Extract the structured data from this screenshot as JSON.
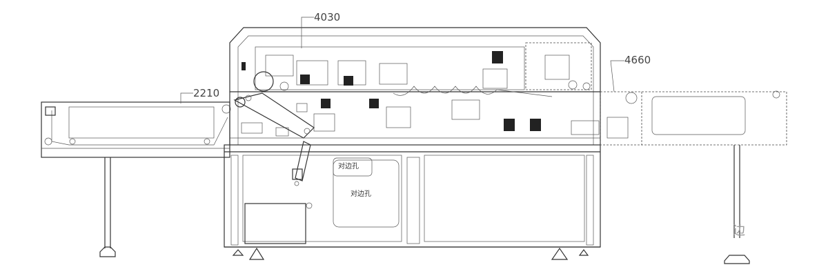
{
  "drawing": {
    "labels": {
      "main_section": "4030",
      "infeed_conveyor": "2210",
      "outfeed_conveyor": "4660"
    },
    "annotations": {
      "hole_top": "对边孔",
      "hole_center": "对边孔"
    },
    "watermark": "边"
  }
}
